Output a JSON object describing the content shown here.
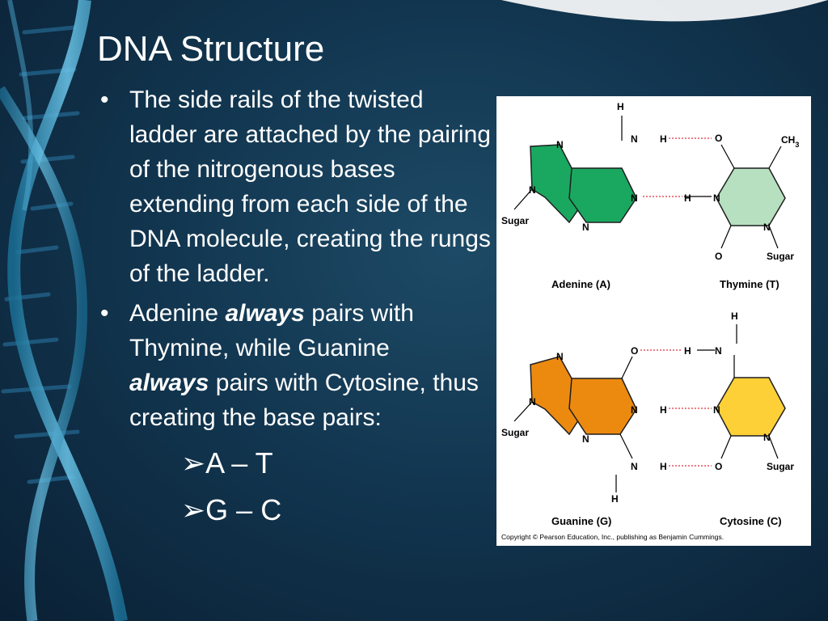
{
  "slide": {
    "title": "DNA Structure",
    "bullet_symbol": "•",
    "bullets": [
      {
        "text": "The side rails of the twisted ladder are attached by the pairing of the nitrogenous bases extending from each side of the DNA molecule, creating the rungs of the ladder."
      },
      {
        "part1": "Adenine ",
        "em1": "always",
        "part2": " pairs with Thymine, while Guanine ",
        "em2": "always",
        "part3": " pairs with Cytosine, thus creating the base pairs:"
      }
    ],
    "sub_bullet_symbol": "➢",
    "pairs": [
      "A – T",
      "G – C"
    ]
  },
  "figure": {
    "adenine_name": "Adenine (A)",
    "thymine_name": "Thymine (T)",
    "guanine_name": "Guanine (G)",
    "cytosine_name": "Cytosine (C)",
    "sugar": "Sugar",
    "methyl": "CH",
    "methyl_sub": "3",
    "atom_n": "N",
    "atom_h": "H",
    "atom_o": "O",
    "copyright": "Copyright © Pearson Education, Inc., publishing as Benjamin Cummings.",
    "colors": {
      "adenine": "#1aa860",
      "thymine": "#b6e0c0",
      "guanine": "#ec8a10",
      "cytosine": "#fdd038",
      "hbond": "#e0303c"
    }
  }
}
